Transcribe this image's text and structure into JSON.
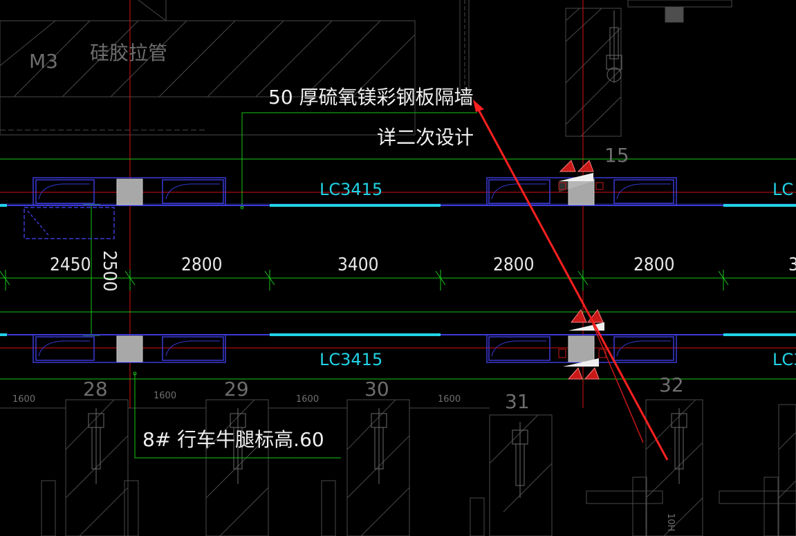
{
  "annotations": {
    "room_label": "M3",
    "tube_label": "硅胶拉管",
    "wall_note_line1": "50  厚硫氧镁彩钢板隔墙",
    "wall_note_line2": "详二次设计",
    "crane_note": "8#  行车牛腿标高.60"
  },
  "window_labels": [
    "LC3415",
    "LC",
    "LC3415",
    "LC3"
  ],
  "dimensions": {
    "horizontal": [
      "2450",
      "2800",
      "3400",
      "2800",
      "2800",
      "3"
    ],
    "vertical": "2500"
  },
  "axis_numbers": [
    "15",
    "28",
    "29",
    "30",
    "31",
    "32"
  ],
  "spacing_labels": [
    "1600",
    "1600",
    "1600",
    "1600"
  ],
  "bottom_code": "10H",
  "colors": {
    "background": "#000000",
    "axis_red": "#e01010",
    "dimension_green": "#18c818",
    "window_cyan": "#22d3e6",
    "wall_blue": "#3a3ad8",
    "hatch_grey": "#555555",
    "arrow_red": "#ff2020",
    "text_white": "#f0f0f0"
  }
}
